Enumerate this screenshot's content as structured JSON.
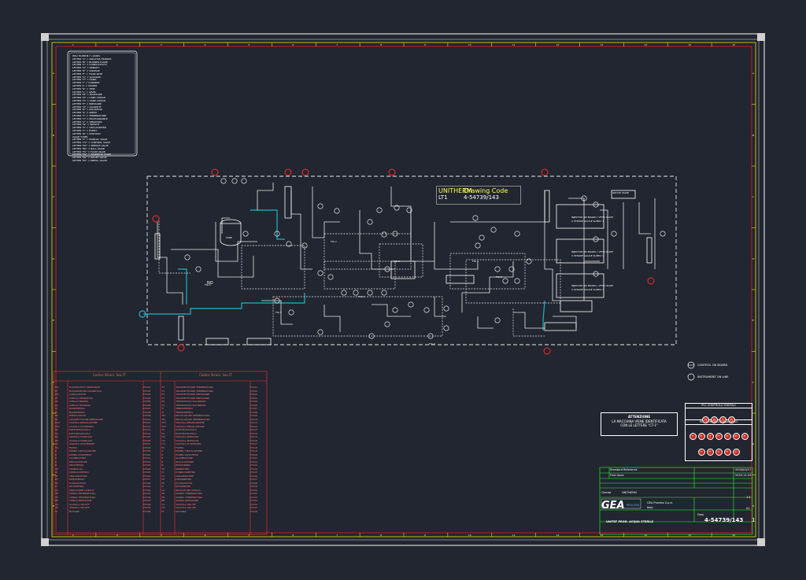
{
  "sheet": {
    "zone_letters": [
      "A",
      "B",
      "C",
      "D",
      "E",
      "F",
      "G",
      "H"
    ],
    "zone_numbers": [
      "1",
      "2",
      "3",
      "4",
      "5",
      "6",
      "7",
      "8",
      "9",
      "10",
      "11",
      "12",
      "13",
      "14",
      "15",
      "16"
    ]
  },
  "list_panel": {
    "title": "INSTRUMENT CODES",
    "lines": [
      "LETTER \"A\" = ANALYSIS TRANSM.",
      "LETTER \"B\" = BURNER FLAME",
      "LETTER \"C\" = CONDUCTIVITY",
      "LETTER \"D\" = DENSITY",
      "LETTER \"E\" = VOLTAGE",
      "LETTER \"F\" = FLOW RATE",
      "LETTER \"G\" = GAUGING",
      "LETTER \"H\" = HAND",
      "LETTER \"I\" = CURRENT",
      "LETTER \"J\" = POWER",
      "LETTER \"K\" = TIME",
      "LETTER \"L\" = LEVEL",
      "LETTER \"M\" = MOISTURE",
      "LETTER \"N\" = USER CHOICE",
      "LETTER \"O\" = USER CHOICE",
      "LETTER \"P\" = PRESSURE",
      "LETTER \"Q\" = QUANTITY",
      "LETTER \"R\" = RADIATION",
      "LETTER \"S\" = SPEED",
      "LETTER \"T\" = TEMPERATURE",
      "LETTER \"U\" = MULTIVARIABLE",
      "LETTER \"V\" = VIBRATION",
      "LETTER \"W\" = WEIGHT",
      "LETTER \"X\" = UNCLASSIFIED",
      "LETTER \"Y\" = EVENT",
      "LETTER \"Z\" = POSITION",
      "",
      "VALVE TYPES",
      "LETTER \"V\" = MANUAL VALVE",
      "LETTER \"CV\" = CONTROL VALVE",
      "LETTER \"NV\" = NEEDLE VALVE",
      "LETTER \"BV\" = BALL VALVE",
      "LETTER \"FV\" = FLOW VALVE",
      "LETTER \"SV\" = SOLENOID VALVE",
      "LETTER \"RV\" = RELIEF VALVE",
      "LETTER \"PV\" = PRESS. VALVE"
    ]
  },
  "drawing_code": {
    "company": "UNITHERM",
    "label": "Drawing Code",
    "unit": "LT1",
    "code": "4-54739/143"
  },
  "process": {
    "labels": [
      "FIG 1",
      "FIG 2",
      "FIG 3",
      "FIG 4",
      "FIG 5",
      "FIG 6",
      "FIG 7",
      "FIG 8",
      "NO"
    ],
    "tank_label": "TANK",
    "gauge_box_title": "GROUP VALVE",
    "bank_lines": [
      "INJECTOR NO BOARD / VFHO VALVE",
      "2 STROKE GAUGE SUPPLY 1",
      "INJECTOR NO BOARD / VFHO VALVE",
      "2 STROKE GAUGE SUPPLY 2",
      "INJECTOR NO BOARD / VFHO VALVE",
      "2 STROKE GAUGE SUPPLY 3"
    ]
  },
  "legend": {
    "control_on_board": "CONTROL ON BOARD",
    "instrument_on_line": "INSTRUMENT ON LINE"
  },
  "attention": {
    "title": "ATTENZIONE",
    "line1": "LA MACCHINA VIENE IDENTIFICATA",
    "line2": "CON LE LETTERE \"CT-1\""
  },
  "plc": {
    "digital_title": "PLC CONTROLLI DIGITALI",
    "analog_title": "PLC CONTROLLI ANALOGICI",
    "digital_tags": [
      "TS",
      "PS",
      "LS",
      "FS"
    ],
    "analog_tags": [
      "TT",
      "PT",
      "LT",
      "FT",
      "CT",
      "DT",
      "AT",
      "TT",
      "PT",
      "LT",
      "FT",
      "AT"
    ]
  },
  "instruments_table": {
    "header_left": "Codice Strum.  Sez.IT",
    "header_right": "Codice Strum.  Sez.IT",
    "rows": [
      [
        "FIC",
        "FLUSSOSTATO PRINCIPALE",
        "CT001",
        "TT",
        "TRASMETTITORE TEMPERATURA",
        "CT101"
      ],
      [
        "FT",
        "FLUSSOMETRO MAGNETICO",
        "CT002",
        "TT",
        "TRASMETTITORE TEMPERATURA",
        "CT102"
      ],
      [
        "LIC",
        "LIVELLOSTATO",
        "CT003",
        "PT",
        "TRASMETTITORE PRESSIONE",
        "CT103"
      ],
      [
        "LT",
        "LIVELLO SERBATOIO",
        "CT004",
        "PT",
        "TRASMETTITORE PRESSIONE",
        "CT104"
      ],
      [
        "LS",
        "LIVELLO MINIMO",
        "CT005",
        "TS",
        "TERMOSTATO SICUREZZA",
        "CT105"
      ],
      [
        "LS",
        "LIVELLO MASSIMO",
        "CT006",
        "TS",
        "TERMOSTATO SICUREZZA",
        "CT106"
      ],
      [
        "PI",
        "MANOMETRO",
        "CT007",
        "TI",
        "TERMOMETRO",
        "CT107"
      ],
      [
        "PI",
        "MANOMETRO",
        "CT008",
        "TI",
        "TERMOMETRO",
        "CT108"
      ],
      [
        "PS",
        "PRESSOSTATO",
        "CT009",
        "TIC",
        "REGOLATORE TEMPERATURA",
        "CT109"
      ],
      [
        "PT",
        "TRASMETTITORE PRESSIONE",
        "CT010",
        "TIC",
        "REGOLATORE TEMPERATURA",
        "CT110"
      ],
      [
        "PCV",
        "VALVOLA REGOLAZIONE",
        "CT011",
        "TCV",
        "VALVOLA REGOLAZIONE",
        "CT111"
      ],
      [
        "PSV",
        "VALVOLA SICUREZZA",
        "CT012",
        "TCV",
        "VALVOLA REGOLAZIONE",
        "CT112"
      ],
      [
        "SV",
        "ELETTROVALVOLA",
        "CT013",
        "SV",
        "ELETTROVALVOLA",
        "CT113"
      ],
      [
        "SV",
        "ELETTROVALVOLA",
        "CT014",
        "SV",
        "ELETTROVALVOLA",
        "CT114"
      ],
      [
        "HV",
        "VALVOLA MANUALE",
        "CT015",
        "HV",
        "VALVOLA MANUALE",
        "CT115"
      ],
      [
        "HV",
        "VALVOLA MANUALE",
        "CT016",
        "HV",
        "VALVOLA MANUALE",
        "CT116"
      ],
      [
        "CV",
        "VALVOLA DI RITEGNO",
        "CT017",
        "CV",
        "VALVOLA DI RITEGNO",
        "CT117"
      ],
      [
        "FIL",
        "FILTRO",
        "CT018",
        "FIL",
        "FILTRO",
        "CT118"
      ],
      [
        "P",
        "POMPA CIRCOLAZIONE",
        "CT019",
        "P",
        "POMPA CIRCOLAZIONE",
        "CT119"
      ],
      [
        "P",
        "POMPA DOSATRICE",
        "CT020",
        "P",
        "POMPA DOSATRICE",
        "CT120"
      ],
      [
        "E",
        "SCAMBIATORE",
        "CT021",
        "E",
        "SCAMBIATORE",
        "CT121"
      ],
      [
        "E",
        "RISCALDATORE",
        "CT022",
        "E",
        "RISCALDATORE",
        "CT122"
      ],
      [
        "R",
        "RESISTENZA",
        "CT023",
        "R",
        "RESISTENZA",
        "CT123"
      ],
      [
        "TK",
        "SERBATOIO",
        "CT024",
        "TK",
        "SERBATOIO",
        "CT124"
      ],
      [
        "CI",
        "CONDUCIMETRO",
        "CT025",
        "CI",
        "CONDUCIMETRO",
        "CT125"
      ],
      [
        "AT",
        "ANALIZZATORE",
        "CT026",
        "AT",
        "ANALIZZATORE",
        "CT126"
      ],
      [
        "DT",
        "DENSIMETRO",
        "CT027",
        "DT",
        "DENSIMETRO",
        "CT127"
      ],
      [
        "FS",
        "FLUSSOSTATO",
        "CT028",
        "FS",
        "FLUSSOSTATO",
        "CT128"
      ],
      [
        "FI",
        "ROTAMETRO",
        "CT029",
        "FI",
        "ROTAMETRO",
        "CT129"
      ],
      [
        "LG",
        "INDICATORE LIVELLO",
        "CT030",
        "LG",
        "INDICATORE LIVELLO",
        "CT130"
      ],
      [
        "TE",
        "SONDA TEMPERATURA",
        "CT031",
        "TE",
        "SONDA TEMPERATURA",
        "CT131"
      ],
      [
        "TE",
        "SONDA TEMPERATURA",
        "CT032",
        "TE",
        "SONDA TEMPERATURA",
        "CT132"
      ],
      [
        "PE",
        "SONDA PRESSIONE",
        "CT033",
        "PE",
        "SONDA PRESSIONE",
        "CT133"
      ],
      [
        "XV",
        "VALVOLA ON-OFF",
        "CT034",
        "XV",
        "VALVOLA ON-OFF",
        "CT134"
      ],
      [
        "XV",
        "VALVOLA ON-OFF",
        "CT035",
        "XV",
        "VALVOLA ON-OFF",
        "CT135"
      ],
      [
        "M",
        "MOTORE",
        "CT036",
        "M",
        "MOTORE",
        "CT136"
      ]
    ]
  },
  "title_block": {
    "rev1": "Standard Reference",
    "rev2": "First issue",
    "date1": "2020/03/17",
    "date2": "2019-11-03",
    "client_label": "Cliente",
    "client": "UNITHERM",
    "company": "GEA Process S.p.a.",
    "country": "Italy",
    "logo": "GEA",
    "logo_sub": "PROCESS",
    "project": "UNITEF PROD. ACQUA STERILE",
    "dwg_label": "Dwg.",
    "dwg_number": "4-54739/143",
    "sheet": "1",
    "scale": "1:1",
    "format": "A1"
  }
}
